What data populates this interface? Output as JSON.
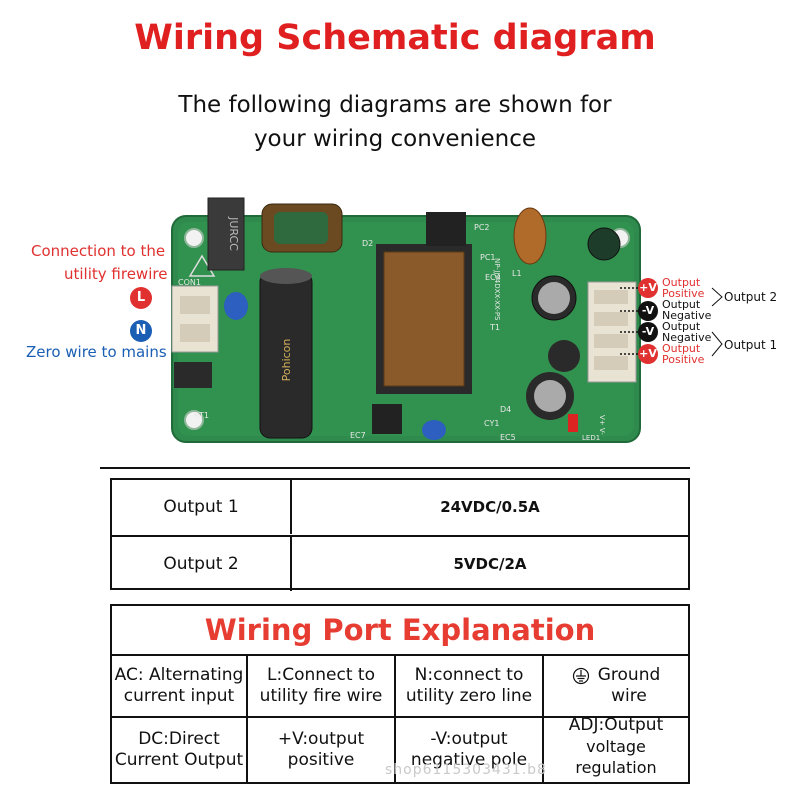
{
  "header": {
    "title": "Wiring Schematic diagram",
    "subtitle_line1": "The following diagrams are shown for",
    "subtitle_line2": "your wiring convenience"
  },
  "board": {
    "left_labels": {
      "fire_line1": "Connection to the",
      "fire_line2": "utility firewire",
      "zero": "Zero wire to mains",
      "L": "L",
      "N": "N"
    },
    "markings": {
      "jurcc": "JURCC",
      "cap_brand": "Pohicon",
      "part_no": "NP-JJ24DXX-XX-PS",
      "con1": "CON1",
      "ec7": "EC7",
      "cy1": "CY1",
      "ec5": "EC5",
      "led1": "LED1",
      "rt1": "RT1",
      "ec4": "EC4",
      "t1": "T1",
      "d4": "D4",
      "pc1": "PC1",
      "pc2": "PC2",
      "l1": "L1",
      "d2": "D2",
      "vplus": "V+  V-"
    },
    "right_ports": [
      {
        "symbol": "+V",
        "line1": "Output",
        "line2": "Positive",
        "color": "#e0302f"
      },
      {
        "symbol": "-V",
        "line1": "Output",
        "line2": "Negative",
        "color": "#111111"
      },
      {
        "symbol": "-V",
        "line1": "Output",
        "line2": "Negative",
        "color": "#111111"
      },
      {
        "symbol": "+V",
        "line1": "Output",
        "line2": "Positive",
        "color": "#e0302f"
      }
    ],
    "output_groups": {
      "top": "Output 2",
      "bottom": "Output 1"
    }
  },
  "spec_table": {
    "rows": [
      {
        "label": "Output 1",
        "value": "24VDC/0.5A"
      },
      {
        "label": "Output 2",
        "value": "5VDC/2A"
      }
    ]
  },
  "explanation": {
    "title": "Wiring Port Explanation",
    "row1": [
      {
        "line1": "AC: Alternating",
        "line2": "current input"
      },
      {
        "line1": "L:Connect to",
        "line2": "utility fire wire"
      },
      {
        "line1": "N:connect to",
        "line2": "utility zero line"
      },
      {
        "line1": "Ground",
        "line2": "wire"
      }
    ],
    "row2": [
      {
        "line1": "DC:Direct",
        "line2": "Current Output"
      },
      {
        "line1": "+V:output",
        "line2": "positive"
      },
      {
        "line1": "-V:output",
        "line2": "negative pole"
      },
      {
        "line1": "ADJ:Output",
        "line2": "voltage regulation"
      }
    ]
  },
  "watermark": "shop6115303431.b8"
}
